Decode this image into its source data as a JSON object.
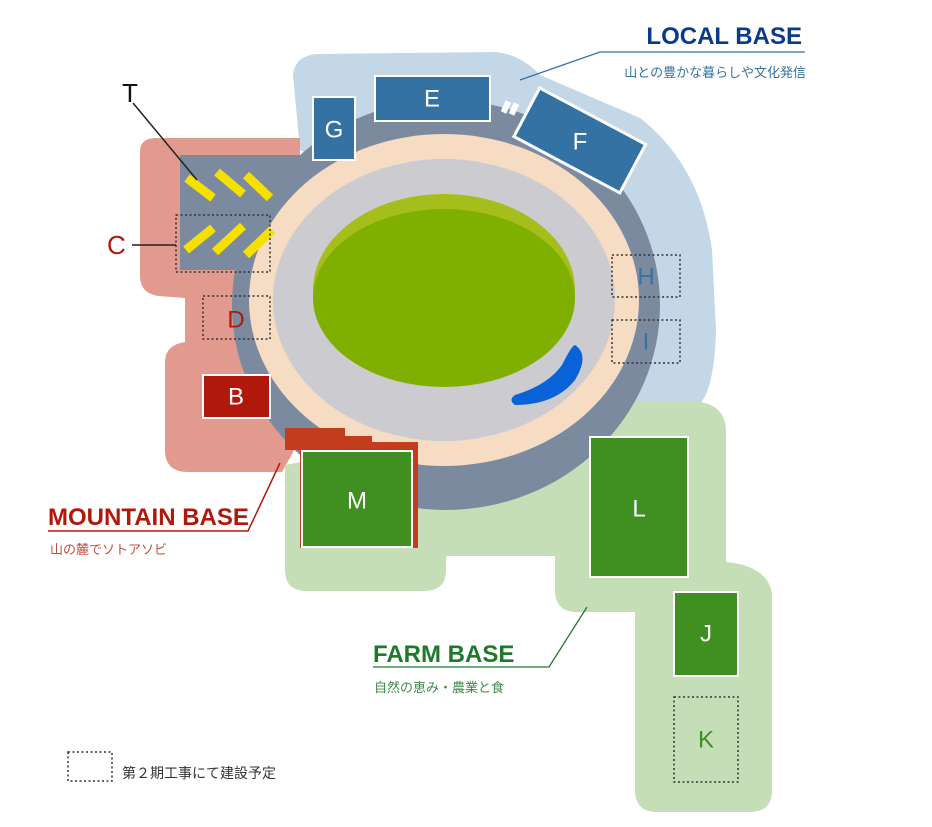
{
  "zones": {
    "local": {
      "title": "LOCAL BASE",
      "subtitle": "山との豊かな暮らしや文化発信",
      "color": "#0a3a8c"
    },
    "mountain": {
      "title": "MOUNTAIN BASE",
      "subtitle": "山の麓でソトアソビ",
      "color": "#b0180c"
    },
    "farm": {
      "title": "FARM BASE",
      "subtitle": "自然の恵み・農業と食",
      "color": "#1e7a2a"
    }
  },
  "facilities": {
    "T": "T",
    "C": "C",
    "D": "D",
    "B": "B",
    "M": "M",
    "G": "G",
    "E": "E",
    "F": "F",
    "H": "H",
    "I": "I",
    "L": "L",
    "J": "J",
    "K": "K"
  },
  "legend": {
    "phase2": "第２期工事にて建設予定"
  }
}
